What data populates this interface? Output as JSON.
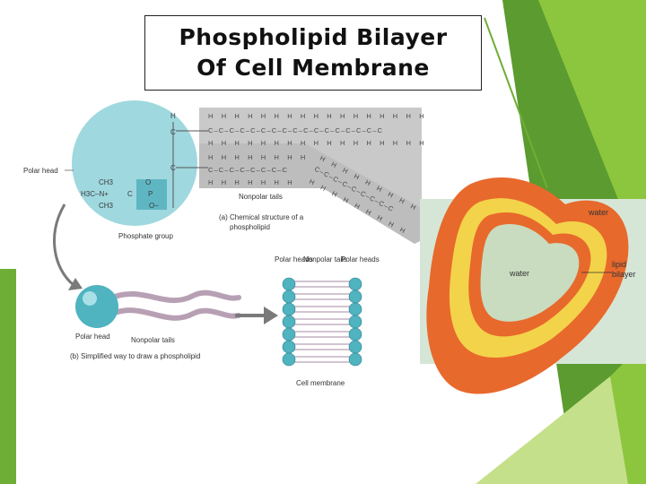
{
  "slide": {
    "title_line1": "Phospholipid Bilayer",
    "title_line2": "Of Cell Membrane"
  },
  "figure_a": {
    "polar_head_label": "Polar head",
    "nonpolar_tails_label": "Nonpolar tails",
    "phosphate_group_label": "Phosphate group",
    "caption_line1": "(a) Chemical structure of a",
    "caption_line2": "phospholipid",
    "head_atoms": {
      "ch3_a": "CH3",
      "ch3_b": "CH3",
      "n_plus": "H3C–N+",
      "o": "O",
      "p": "P",
      "o_minus": "O−",
      "c1": "C",
      "c2": "C",
      "c3": "C",
      "h": "H"
    }
  },
  "figure_b": {
    "polar_head_label": "Polar head",
    "nonpolar_tails_label": "Nonpolar tails",
    "caption": "(b) Simplified way to draw a phospholipid"
  },
  "membrane": {
    "polar_heads_left": "Polar heads",
    "nonpolar_tails": "Nonpolar tails",
    "polar_heads_right": "Polar heads",
    "caption": "Cell membrane"
  },
  "vesicle": {
    "water_outside": "water",
    "water_inside": "water",
    "lipid_bilayer": "lipid bilayer"
  },
  "colors": {
    "green_dark": "#5b9b2f",
    "green_mid": "#8cc63f",
    "green_light": "#c5e08a",
    "head_teal": "#4fb3c0",
    "tail_mauve": "#b8a0b4",
    "chem_bg": "#c9c9c9",
    "vesicle_orange": "#e8692c",
    "vesicle_yellow": "#f3d34a"
  }
}
